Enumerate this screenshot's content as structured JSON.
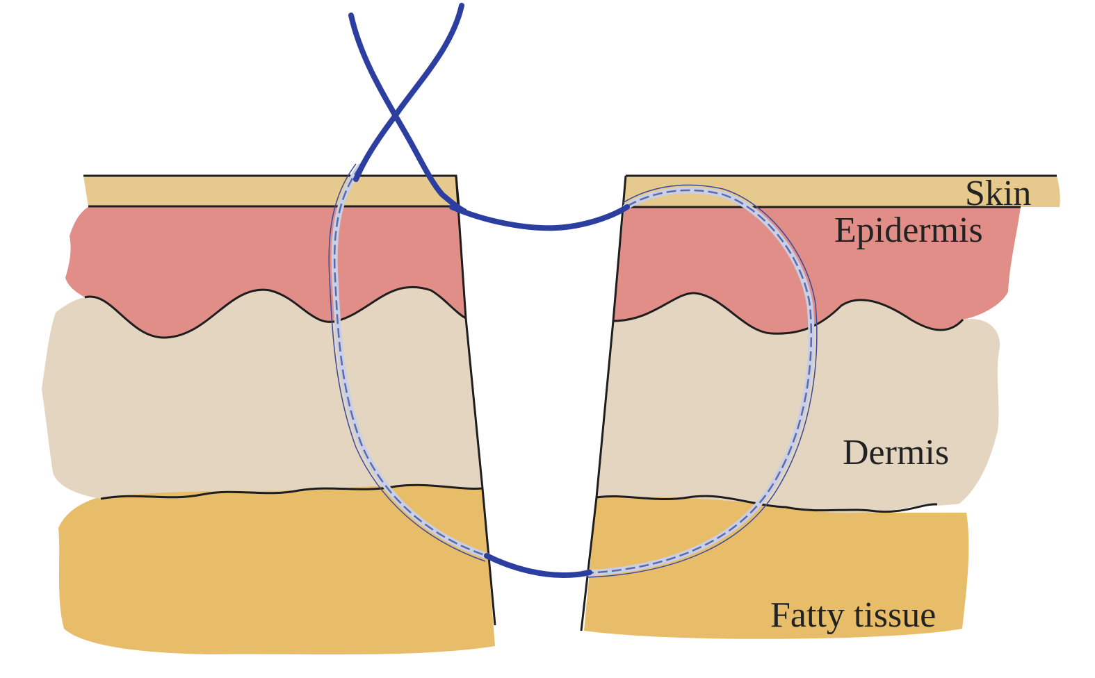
{
  "labels": {
    "skin": "Skin",
    "epidermis": "Epidermis",
    "dermis": "Dermis",
    "fatty_tissue": "Fatty tissue"
  },
  "colors": {
    "skin_layer": "#e6c98d",
    "epidermis_layer": "#e08e87",
    "dermis_layer": "#e3d5bf",
    "fat_layer": "#e7bd6a",
    "suture": "#2c3fa0",
    "outline": "#1e1e1e",
    "loop_highlight": "#c9cfe6"
  }
}
